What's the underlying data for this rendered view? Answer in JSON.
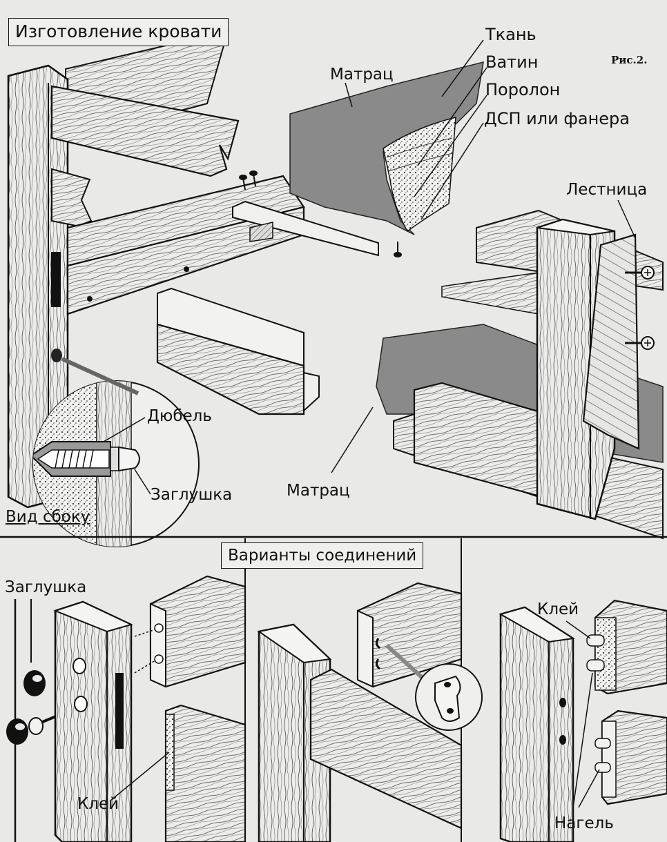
{
  "figure_number": "Рис.2.",
  "title": "Изготовление кровати",
  "section_title": "Варианты соединений",
  "top_labels": {
    "mattress": "Матрац",
    "fabric": "Ткань",
    "batting": "Ватин",
    "foam": "Поролон",
    "board": "ДСП или фанера",
    "ladder": "Лестница",
    "mattress_lower": "Матрац"
  },
  "detail_labels": {
    "dowel": "Дюбель",
    "plug": "Заглушка",
    "side_view": "Вид сбоку"
  },
  "joint_labels": {
    "plug": "Заглушка",
    "glue_left": "Клей",
    "glue_right": "Клей",
    "pin": "Нагель"
  },
  "colors": {
    "paper": "#e9e9e7",
    "ink": "#111111",
    "mattress": "#8a8a8a"
  }
}
